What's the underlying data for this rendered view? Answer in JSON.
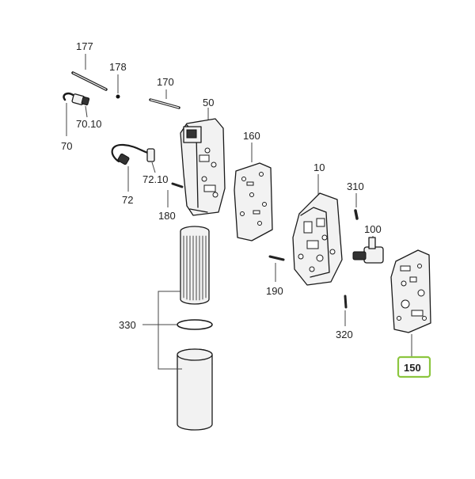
{
  "diagram": {
    "labels": [
      {
        "id": "177",
        "text": "177"
      },
      {
        "id": "178",
        "text": "178"
      },
      {
        "id": "170",
        "text": "170"
      },
      {
        "id": "50",
        "text": "50"
      },
      {
        "id": "70_10",
        "text": "70.10"
      },
      {
        "id": "70",
        "text": "70"
      },
      {
        "id": "160",
        "text": "160"
      },
      {
        "id": "72_10",
        "text": "72.10"
      },
      {
        "id": "72",
        "text": "72"
      },
      {
        "id": "180",
        "text": "180"
      },
      {
        "id": "10",
        "text": "10"
      },
      {
        "id": "310",
        "text": "310"
      },
      {
        "id": "100",
        "text": "100"
      },
      {
        "id": "190",
        "text": "190"
      },
      {
        "id": "330",
        "text": "330"
      },
      {
        "id": "320",
        "text": "320"
      },
      {
        "id": "150",
        "text": "150"
      }
    ],
    "highlighted_label": "150",
    "highlight_color": "#8cc63f"
  }
}
